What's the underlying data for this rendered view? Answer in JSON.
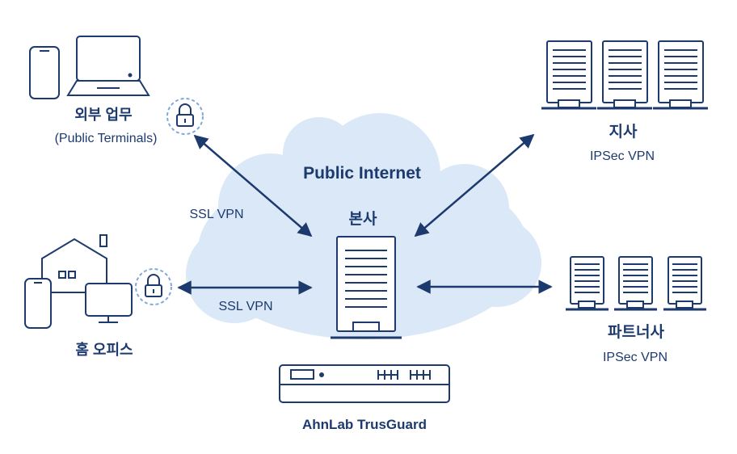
{
  "cloud": {
    "title": "Public Internet"
  },
  "nodes": {
    "headquarters": {
      "label": "본사"
    },
    "remote_work": {
      "label": "외부 업무",
      "sublabel": "(Public Terminals)"
    },
    "home_office": {
      "label": "홈 오피스"
    },
    "branch": {
      "label": "지사",
      "vpn": "IPSec VPN"
    },
    "partner": {
      "label": "파트너사",
      "vpn": "IPSec VPN"
    },
    "appliance": {
      "label": "AhnLab TrusGuard"
    }
  },
  "connections": {
    "remote_work": {
      "label": "SSL VPN"
    },
    "home_office": {
      "label": "SSL VPN"
    }
  },
  "colors": {
    "line": "#1d3a6e",
    "cloud": "#dae8f7",
    "lock_ring": "#7fa8dc"
  }
}
